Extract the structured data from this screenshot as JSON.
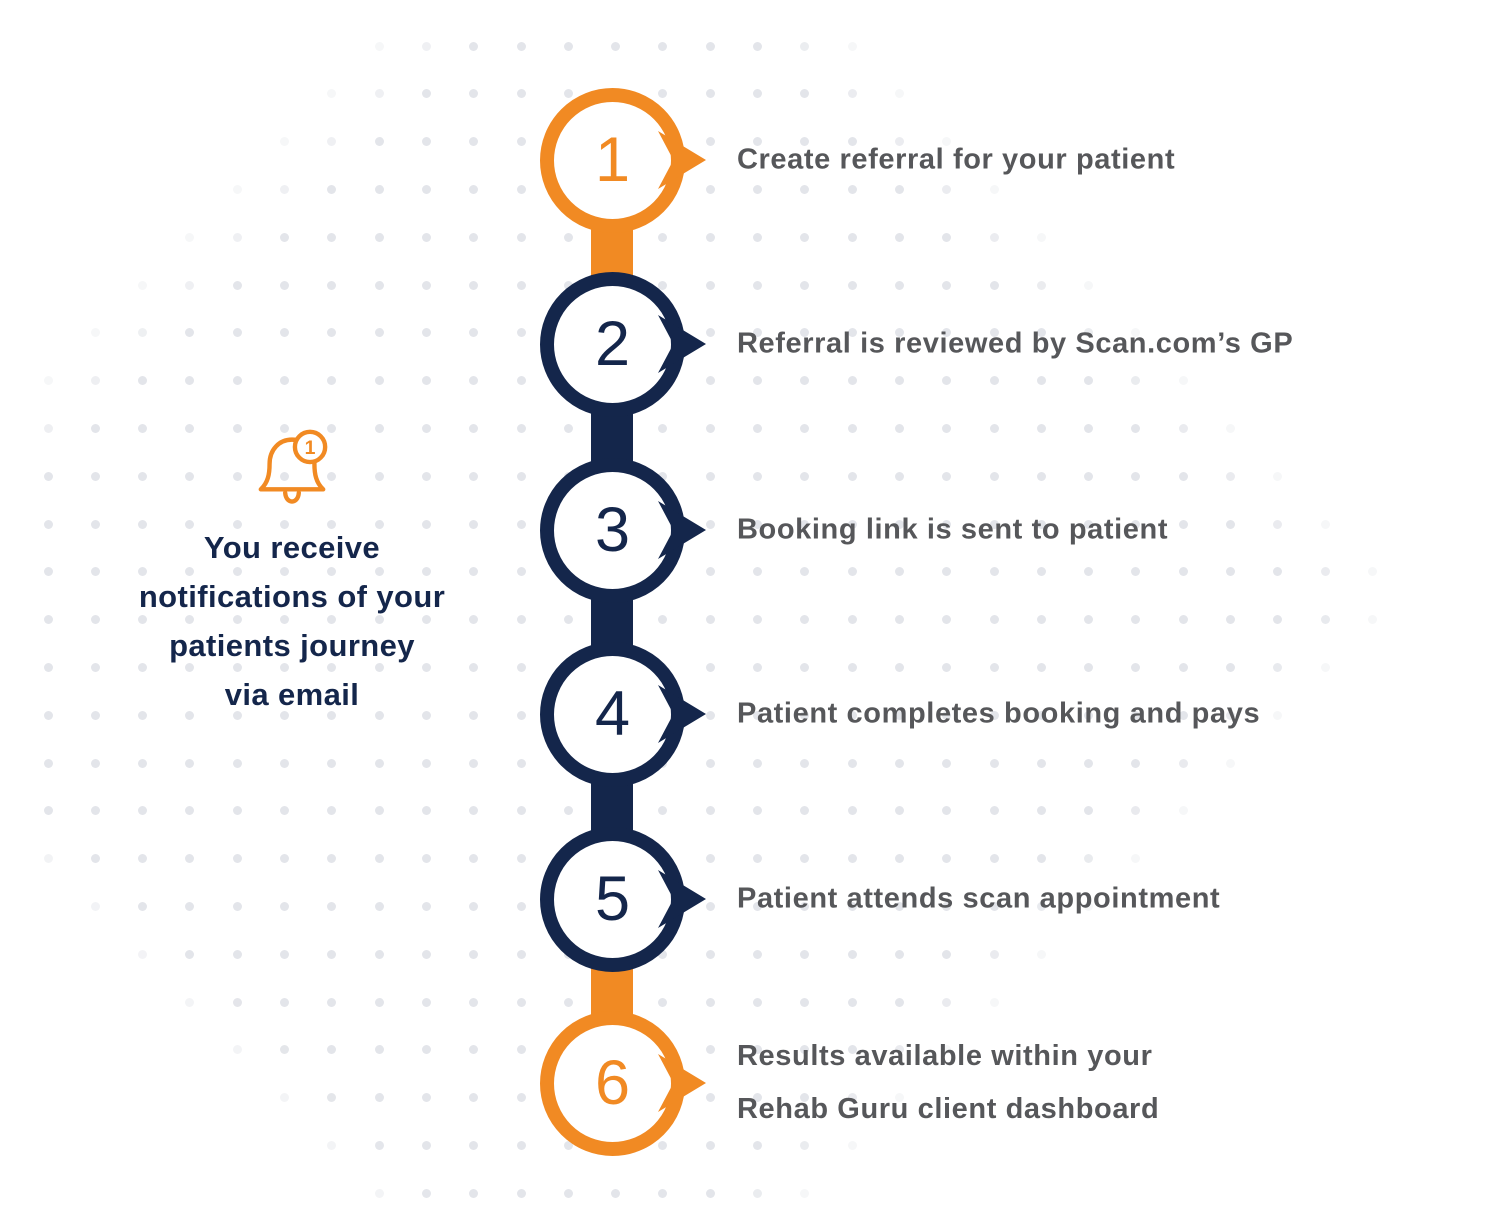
{
  "palette": {
    "orange": "#F18A23",
    "navy": "#14264B",
    "step_text": "#56575A",
    "dot": "#E2E4E9"
  },
  "note": {
    "icon": "notification-bell-icon",
    "badge_count": "1",
    "lines": [
      "You receive",
      "notifications of your",
      "patients journey",
      "via email"
    ]
  },
  "steps": [
    {
      "number": "1",
      "color": "orange",
      "label_lines": [
        "Create referral for your patient"
      ]
    },
    {
      "number": "2",
      "color": "navy",
      "label_lines": [
        "Referral is reviewed by Scan.com’s GP"
      ]
    },
    {
      "number": "3",
      "color": "navy",
      "label_lines": [
        "Booking link is sent to patient"
      ]
    },
    {
      "number": "4",
      "color": "navy",
      "label_lines": [
        "Patient completes booking and pays"
      ]
    },
    {
      "number": "5",
      "color": "navy",
      "label_lines": [
        "Patient attends scan appointment"
      ]
    },
    {
      "number": "6",
      "color": "orange",
      "label_lines": [
        "Results available within your",
        "Rehab Guru client dashboard"
      ]
    }
  ],
  "connectors": [
    "orange",
    "navy",
    "navy",
    "navy",
    "orange"
  ]
}
